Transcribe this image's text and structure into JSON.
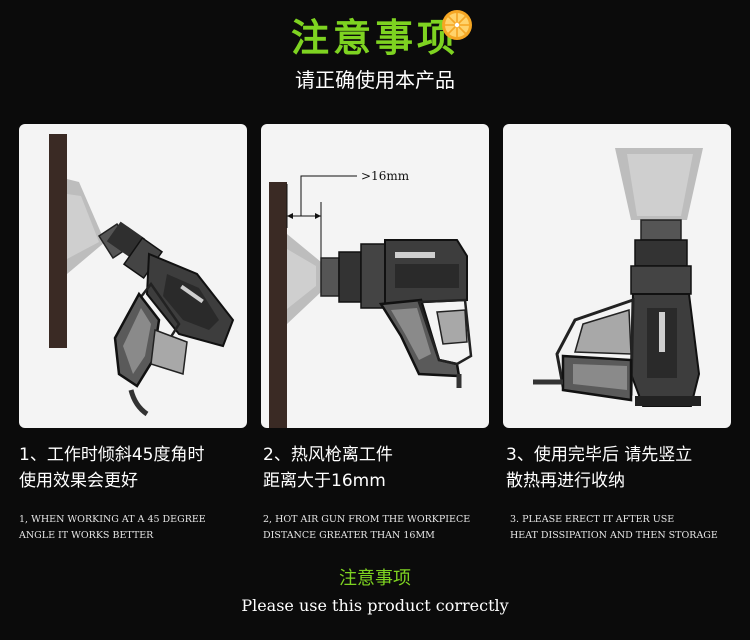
{
  "header": {
    "title": "注意事项",
    "subtitle": "请正确使用本产品"
  },
  "panels": [
    {
      "caption_cn_line1": "1、工作时倾斜45度角时",
      "caption_cn_line2": "使用效果会更好",
      "caption_en_line1": "1, WHEN WORKING AT A 45 DEGREE",
      "caption_en_line2": "ANGLE IT WORKS BETTER"
    },
    {
      "dimension_label": ">16mm",
      "caption_cn_line1": "2、热风枪离工件",
      "caption_cn_line2": "距离大于16mm",
      "caption_en_line1": "2, HOT AIR GUN FROM THE WORKPIECE",
      "caption_en_line2": "DISTANCE GREATER THAN 16MM"
    },
    {
      "caption_cn_line1": "3、使用完毕后 请先竖立",
      "caption_cn_line2": "散热再进行收纳",
      "caption_en_line1": "3. PLEASE ERECT IT AFTER USE",
      "caption_en_line2": "HEAT DISSIPATION AND THEN STORAGE"
    }
  ],
  "footer": {
    "title": "注意事项",
    "subtitle": "Please use this product correctly"
  },
  "colors": {
    "accent": "#7ed321",
    "background": "#0b0b0b",
    "card": "#f4f4f4",
    "lemon": "#f5a623"
  }
}
